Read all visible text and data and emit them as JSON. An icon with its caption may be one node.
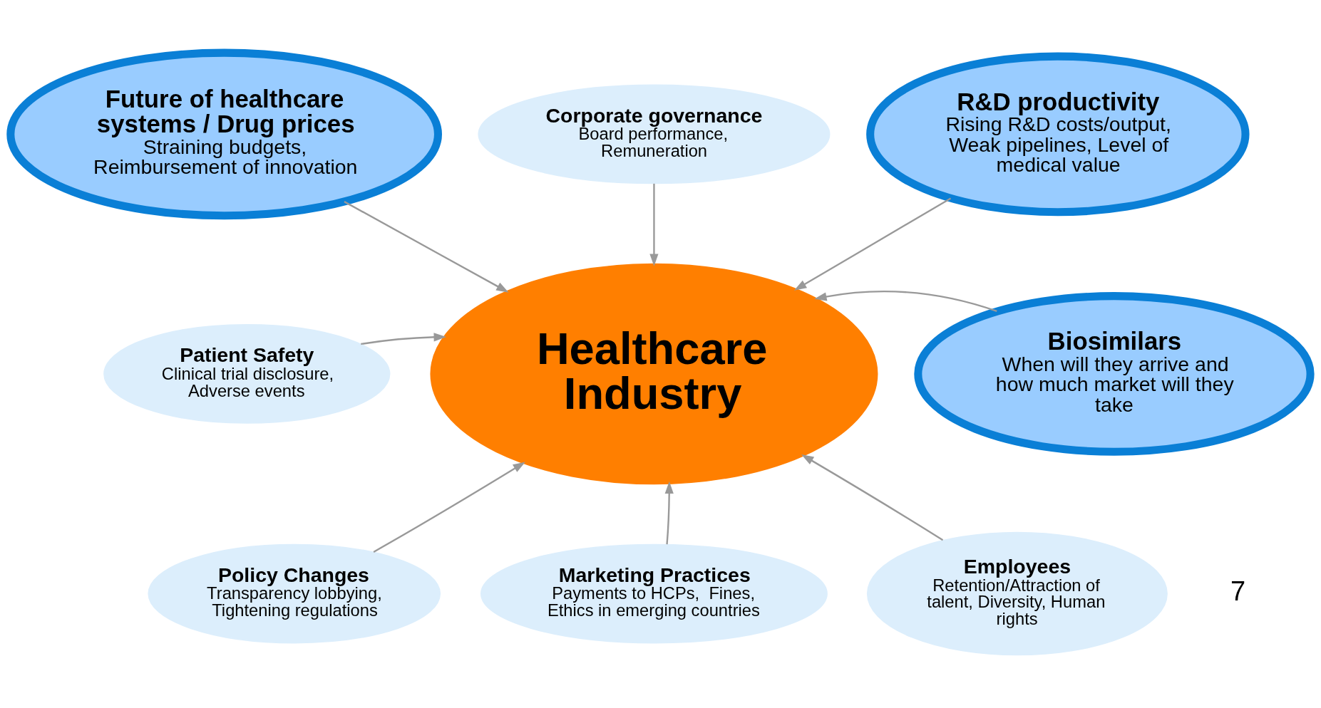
{
  "diagram": {
    "nodes": [
      {
        "text": [
          "Future of healthcare systems / Drug prices",
          "Straining budgets, Reimbursement of innovation"
        ]
      },
      {
        "text": [
          "Corporate governance",
          "Board performance, Remuneration"
        ]
      },
      {
        "text": [
          "R&D productivity",
          "Rising R&D costs/output, Weak pipelines, Level of medical value"
        ]
      },
      {
        "text": [
          "Patient Safety",
          "Clinical trial disclosure, Adverse events"
        ]
      },
      {
        "text": [
          "Healthcare Industry"
        ]
      },
      {
        "text": [
          "Biosimilars",
          "When will they arrive and how much market will they take"
        ]
      },
      {
        "text": [
          "Policy Changes",
          "Transparency lobbying, Tightening regulations"
        ]
      },
      {
        "text": [
          "Marketing Practices",
          "Payments to HCPs,  Fines, Ethics in emerging countries"
        ]
      },
      {
        "text": [
          "Employees",
          "Retention/Attraction of talent, Diversity, Human rights"
        ]
      }
    ],
    "edges": [
      {
        "from": 0,
        "to": 4,
        "arrow": "to"
      },
      {
        "from": 1,
        "to": 4,
        "arrow": "to"
      },
      {
        "from": 2,
        "to": 4,
        "arrow": "to"
      },
      {
        "from": 3,
        "to": 4,
        "arrow": "to"
      },
      {
        "from": 5,
        "to": 4,
        "arrow": "to"
      },
      {
        "from": 6,
        "to": 4,
        "arrow": "to"
      },
      {
        "from": 7,
        "to": 4,
        "arrow": "to"
      },
      {
        "from": 8,
        "to": 4,
        "arrow": "to"
      }
    ],
    "labels": [
      "7"
    ]
  }
}
